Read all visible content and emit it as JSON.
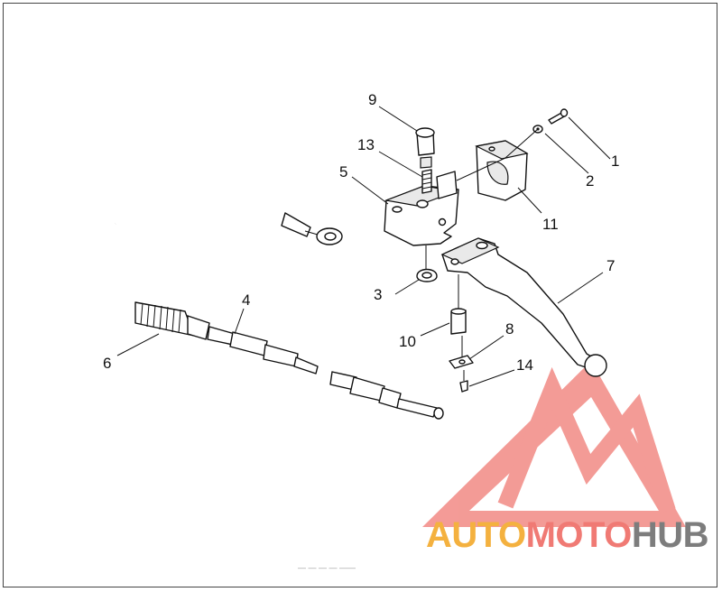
{
  "diagram": {
    "callouts": [
      {
        "id": "1",
        "text": "1"
      },
      {
        "id": "2",
        "text": "2"
      },
      {
        "id": "3",
        "text": "3"
      },
      {
        "id": "4",
        "text": "4"
      },
      {
        "id": "5",
        "text": "5"
      },
      {
        "id": "6",
        "text": "6"
      },
      {
        "id": "7",
        "text": "7"
      },
      {
        "id": "8",
        "text": "8"
      },
      {
        "id": "9",
        "text": "9"
      },
      {
        "id": "10",
        "text": "10"
      },
      {
        "id": "11",
        "text": "11"
      },
      {
        "id": "13",
        "text": "13"
      },
      {
        "id": "14",
        "text": "14"
      }
    ]
  },
  "watermark": {
    "part1": "AUTO",
    "part2": "MOTO",
    "part3": "HUB",
    "color_part1": "#f4b13f",
    "color_part2": "#f07a74",
    "color_part3": "#7d7d7d",
    "triangle_color": "#f07a74"
  },
  "footer_note": "— — —  — ——"
}
